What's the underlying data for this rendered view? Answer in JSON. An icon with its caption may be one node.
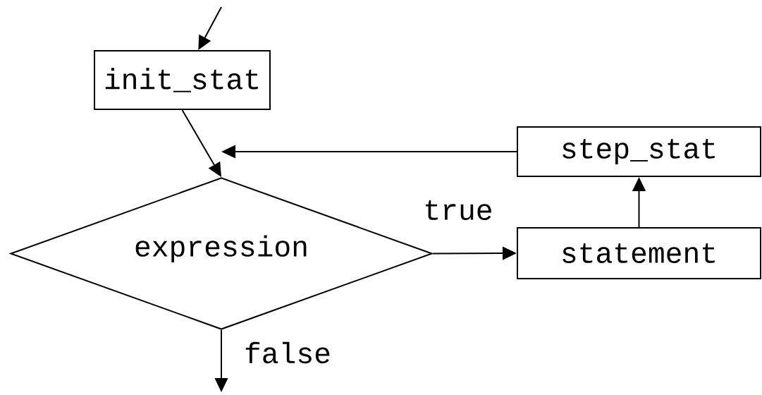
{
  "diagram": {
    "nodes": [
      {
        "text": [
          "init_stat"
        ]
      },
      {
        "text": [
          "expression"
        ]
      },
      {
        "text": [
          "step_stat"
        ]
      },
      {
        "text": [
          "statement"
        ]
      }
    ],
    "edges": [
      {
        "from": null,
        "to": 0,
        "arrow": "to"
      },
      {
        "from": 0,
        "to": 1,
        "arrow": "to"
      },
      {
        "from": 2,
        "to": 1,
        "arrow": "to"
      },
      {
        "from": 1,
        "to": 3,
        "label": "true",
        "arrow": "to"
      },
      {
        "from": 3,
        "to": 2,
        "arrow": "to"
      },
      {
        "from": 1,
        "to": null,
        "label": "false",
        "arrow": "to"
      }
    ]
  }
}
